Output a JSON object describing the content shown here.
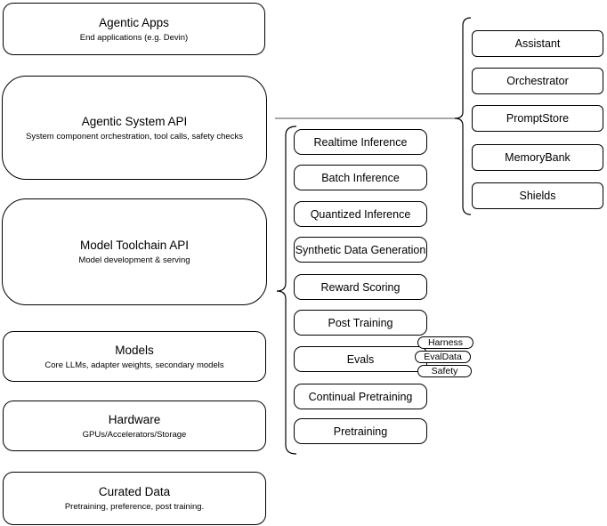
{
  "diagram": {
    "left_column": [
      {
        "title": "Agentic Apps",
        "subtitle": "End applications (e.g. Devin)"
      },
      {
        "title": "Agentic System API",
        "subtitle": "System component orchestration, tool calls, safety checks"
      },
      {
        "title": "Model Toolchain API",
        "subtitle": "Model development & serving"
      },
      {
        "title": "Models",
        "subtitle": "Core LLMs, adapter weights, secondary models"
      },
      {
        "title": "Hardware",
        "subtitle": "GPUs/Accelerators/Storage"
      },
      {
        "title": "Curated Data",
        "subtitle": "Pretraining, preference, post training."
      }
    ],
    "toolchain_nodes": [
      "Realtime Inference",
      "Batch Inference",
      "Quantized Inference",
      "Synthetic Data Generation",
      "Reward Scoring",
      "Post Training",
      "Evals",
      "Continual Pretraining",
      "Pretraining"
    ],
    "system_components": [
      "Assistant",
      "Orchestrator",
      "PromptStore",
      "MemoryBank",
      "Shields"
    ],
    "evals_tags": [
      "Harness",
      "EvalData",
      "Safety"
    ],
    "colors": {
      "stroke": "#000000",
      "connector": "#8a8a8a",
      "background": "#ffffff"
    }
  }
}
